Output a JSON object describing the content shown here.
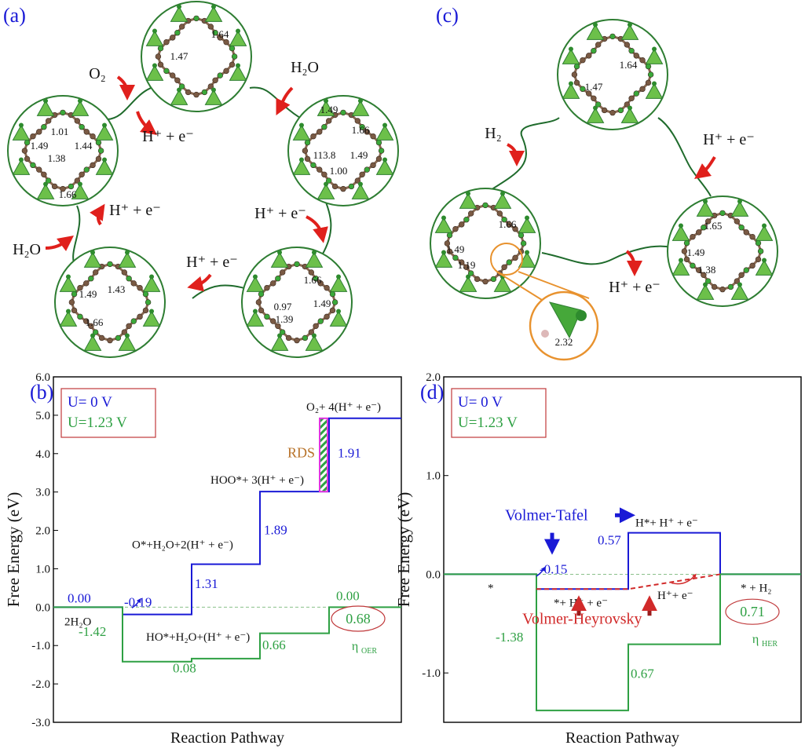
{
  "panels": {
    "a": {
      "label": "(a)",
      "rings": [
        {
          "labels": [
            "1.64",
            "1.47"
          ]
        },
        {
          "labels": [
            "1.49",
            "1.66",
            "113.8",
            "1.49",
            "1.00"
          ]
        },
        {
          "labels": [
            "1.66",
            "0.97",
            "1.39",
            "1.49"
          ]
        },
        {
          "labels": [
            "1.49",
            "1.43",
            "1.66"
          ]
        },
        {
          "labels": [
            "1.01",
            "1.49",
            "1.44",
            "1.38",
            "1.66"
          ]
        }
      ],
      "steps": [
        {
          "text": "H₂O"
        },
        {
          "text": "H⁺ + e⁻"
        },
        {
          "text": "H⁺ + e⁻"
        },
        {
          "text": "H⁺ + e⁻"
        },
        {
          "text": "H₂O"
        },
        {
          "text": "H⁺ + e⁻"
        },
        {
          "text": "O₂"
        }
      ]
    },
    "c": {
      "label": "(c)",
      "rings": [
        {
          "labels": [
            "1.64",
            "1.47"
          ]
        },
        {
          "labels": [
            "1.65",
            "1.49",
            "1.38"
          ]
        },
        {
          "labels": [
            "1.66",
            "1.49",
            "1.19"
          ]
        }
      ],
      "zoom_label": "2.32",
      "steps": [
        {
          "text": "H⁺ + e⁻"
        },
        {
          "text": "H⁺ + e⁻"
        },
        {
          "text": "H₂"
        }
      ]
    }
  },
  "colors": {
    "u0": "#1a1ad6",
    "u123": "#2ea043",
    "frame": "#c0393b",
    "ring": "#2e7d32",
    "arrow": "#e0201c",
    "rds": "#e034e0",
    "rds_text": "#b8732a",
    "cross_red": "#d12a2a"
  },
  "chart_data": [
    {
      "panel_label": "(b)",
      "type": "line",
      "xlabel": "Reaction Pathway",
      "ylabel": "Free Energy (eV)",
      "ylim": [
        -3.0,
        6.0
      ],
      "yticks": [
        "6.0",
        "5.0",
        "4.0",
        "3.0",
        "2.0",
        "1.0",
        "0.0",
        "-1.0",
        "-2.0",
        "-3.0"
      ],
      "legend": {
        "placement": "top-left",
        "entries": [
          "U= 0 V",
          "U=1.23 V"
        ]
      },
      "series": [
        {
          "name": "U= 0 V",
          "values": [
            0.0,
            -0.19,
            1.12,
            3.01,
            4.92
          ]
        },
        {
          "name": "U=1.23 V",
          "values": [
            0.0,
            -1.42,
            -1.34,
            -0.68,
            0.0
          ]
        }
      ],
      "state_labels": [
        "2H₂O",
        "HO*+H₂O+(H⁺ + e⁻)",
        "O*+H₂O+2(H⁺ + e⁻)",
        "HOO*+ 3(H⁺ + e⁻)",
        "O₂+ 4(H⁺ + e⁻)"
      ],
      "step_labels_u0": [
        "0.00",
        "-0.19",
        "1.31",
        "1.89",
        "1.91"
      ],
      "step_labels_u123": [
        "-1.42",
        "0.08",
        "0.66",
        "0.00"
      ],
      "rds_label": "RDS",
      "overpotential": {
        "value": "0.68",
        "symbol": "η",
        "subscript": "OER"
      }
    },
    {
      "panel_label": "(d)",
      "type": "line",
      "xlabel": "Reaction Pathway",
      "ylabel": "Free Energy (eV)",
      "ylim": [
        -1.5,
        2.0
      ],
      "yticks": [
        "2.0",
        "1.0",
        "0.0",
        "-1.0"
      ],
      "legend": {
        "placement": "top-left",
        "entries": [
          "U= 0 V",
          "U=1.23 V"
        ]
      },
      "series": [
        {
          "name": "U= 0 V",
          "values": [
            0.0,
            -0.15,
            0.42,
            0.0
          ]
        },
        {
          "name": "U=1.23 V",
          "values": [
            0.0,
            -1.38,
            -0.71,
            0.0
          ]
        }
      ],
      "state_labels": [
        "*",
        "*+ H⁺ + e⁻",
        "H*+ H⁺ + e⁻",
        "* + H₂"
      ],
      "step_labels_u0": [
        "-0.15",
        "0.57"
      ],
      "step_labels_u123": [
        "-1.38",
        "0.67"
      ],
      "mechanisms": {
        "tafel": "Volmer-Tafel",
        "heyrovsky": "Volmer-Heyrovsky",
        "reactant": "H⁺+ e⁻"
      },
      "overpotential": {
        "value": "0.71",
        "symbol": "η",
        "subscript": "HER"
      }
    }
  ]
}
